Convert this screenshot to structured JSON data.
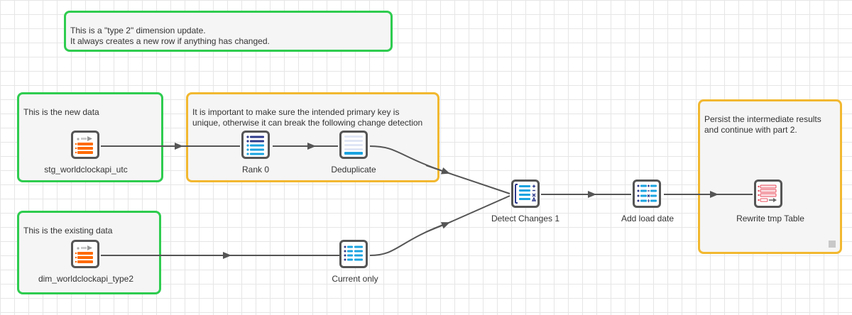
{
  "notes": {
    "intro": "This is a \"type 2\" dimension update.\nIt always creates a new row if anything has changed.",
    "new_data": "This is the new data",
    "primary_key": "It is important to make sure the intended primary key is\nunique, otherwise it can break the following change detection",
    "existing_data": "This is the existing data",
    "persist": "Persist the intermediate results\nand continue with part 2."
  },
  "nodes": {
    "stg": "stg_worldclockapi_utc",
    "rank": "Rank 0",
    "dedup": "Deduplicate",
    "dim": "dim_worldclockapi_type2",
    "current": "Current only",
    "detect": "Detect Changes 1",
    "loaddate": "Add load date",
    "rewrite": "Rewrite tmp Table"
  },
  "icons": {
    "stg": "table-input-icon",
    "rank": "rank-icon",
    "dedup": "deduplicate-icon",
    "dim": "table-input-icon",
    "current": "filter-rows-icon",
    "detect": "detect-changes-icon",
    "loaddate": "calculate-icon",
    "rewrite": "table-output-icon"
  },
  "colors": {
    "note_green": "#2ecc4f",
    "note_yellow": "#f2b830",
    "node_border": "#555555",
    "link": "#555555",
    "orange": "#ff6a00",
    "blue": "#1aa3e0",
    "navy": "#2d3a8c",
    "red": "#e84c5c"
  }
}
